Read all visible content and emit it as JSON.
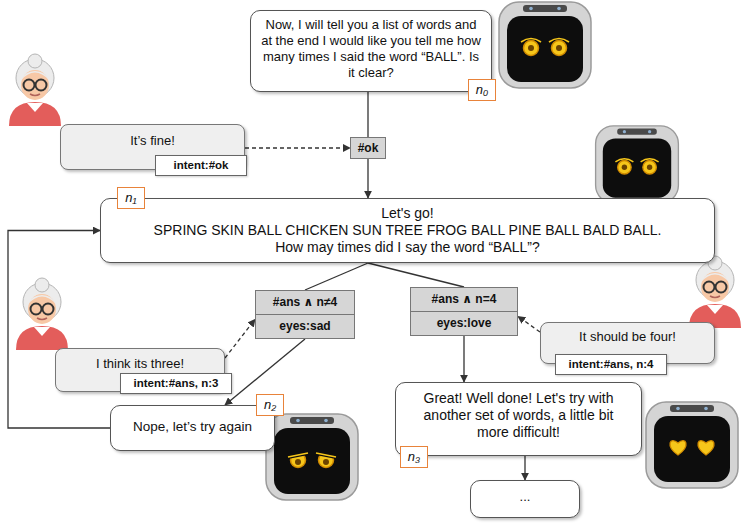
{
  "diagram": {
    "nodes": [
      {
        "text": [
          "Now, I will tell you a list of words and at the end I would like you tell me how many times I said the word “BALL”. Is it clear?"
        ]
      },
      {
        "text": [
          "n₀"
        ]
      },
      {
        "text": [
          "It’s fine!"
        ]
      },
      {
        "text": [
          "intent:#ok"
        ]
      },
      {
        "text": [
          "#ok"
        ]
      },
      {
        "text": [
          "Let's go!",
          "SPRING SKIN BALL CHICKEN SUN TREE FROG BALL PINE BALL BALD BALL.",
          "How may times did I say the word “BALL”?"
        ]
      },
      {
        "text": [
          "n₁"
        ]
      },
      {
        "text": [
          "I think its three!"
        ]
      },
      {
        "text": [
          "intent:#ans, n:3"
        ]
      },
      {
        "text": [
          "#ans ∧ n≠4",
          "eyes:sad"
        ]
      },
      {
        "text": [
          "#ans ∧ n=4",
          "eyes:love"
        ]
      },
      {
        "text": [
          "It should be four!"
        ]
      },
      {
        "text": [
          "intent:#ans, n:4"
        ]
      },
      {
        "text": [
          "Nope, let’s try again"
        ]
      },
      {
        "text": [
          "n₂"
        ]
      },
      {
        "text": [
          "Great! Well done! Let's try with another set of words, a little bit more difficult!"
        ]
      },
      {
        "text": [
          "n₃"
        ]
      },
      {
        "text": [
          "..."
        ]
      }
    ],
    "edges": [
      {
        "from": 2,
        "to": 4,
        "arrow": "to"
      },
      {
        "from": 0,
        "to": 4,
        "arrow": "none"
      },
      {
        "from": 4,
        "to": 5,
        "arrow": "to"
      },
      {
        "from": 5,
        "to": 9,
        "arrow": "none"
      },
      {
        "from": 5,
        "to": 10,
        "arrow": "none"
      },
      {
        "from": 7,
        "to": 9,
        "arrow": "to"
      },
      {
        "from": 11,
        "to": 10,
        "arrow": "to"
      },
      {
        "from": 9,
        "to": 13,
        "arrow": "to"
      },
      {
        "from": 10,
        "to": 15,
        "arrow": "to"
      },
      {
        "from": 13,
        "to": 5,
        "arrow": "to"
      },
      {
        "from": 15,
        "to": 17,
        "arrow": "to"
      }
    ]
  }
}
